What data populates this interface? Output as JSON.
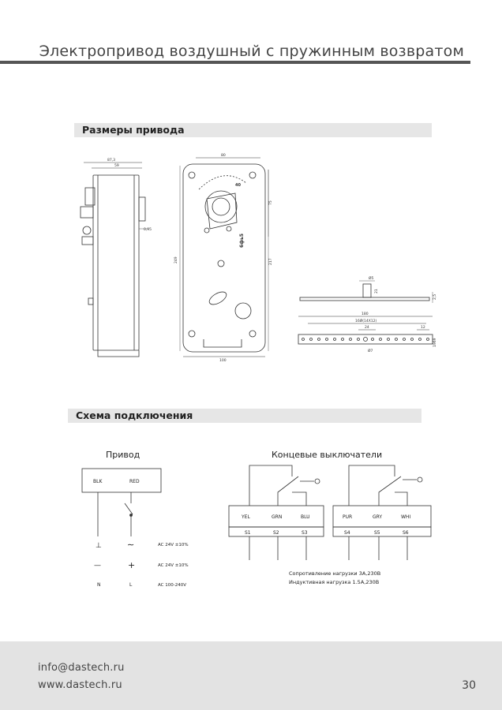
{
  "header": {
    "title": "Электропривод воздушный с пружинным возвратом"
  },
  "sections": {
    "dimensions_title": "Размеры привода",
    "wiring_title": "Схема подключения"
  },
  "dimensions": {
    "side": {
      "w_total": "87,3",
      "w_body": "59",
      "d_small": "0,95"
    },
    "front": {
      "top_width": "80",
      "height_total": "249",
      "h_upper": "75",
      "h_lower": "217",
      "bottom_width": "100",
      "scale_label": "40",
      "logo": "6фь5"
    },
    "bracket": {
      "d_top": "Ø5",
      "h_small": "21",
      "h_right": "2,5"
    },
    "rail": {
      "length": "180",
      "pitch": "16Ø(14X12)",
      "center": "24",
      "end": "12",
      "hole": "Ø7",
      "side_h": "1969"
    }
  },
  "wiring": {
    "actuator": {
      "title": "Привод",
      "terminals": [
        "BLK",
        "RED"
      ],
      "rows": [
        {
          "left": "⊥",
          "right": "∼",
          "label": "AC 24V  ±10%"
        },
        {
          "left": "—",
          "right": "+",
          "label": "AC 24V  ±10%"
        },
        {
          "left": "N",
          "right": "L",
          "label": "AC 100-240V"
        }
      ]
    },
    "switches": {
      "title": "Концевые выключатели",
      "wires": [
        "YEL",
        "GRN",
        "BLU",
        "PUR",
        "GRY",
        "WHI"
      ],
      "terminals": [
        "S1",
        "S2",
        "S3",
        "S4",
        "S5",
        "S6"
      ],
      "note_resistive": "Сопротивление нагрузки 3A,230B",
      "note_inductive": "Индуктивная нагрузка 1.5A,230B"
    }
  },
  "footer": {
    "email": "info@dastech.ru",
    "website": "www.dastech.ru",
    "page_number": "30"
  }
}
